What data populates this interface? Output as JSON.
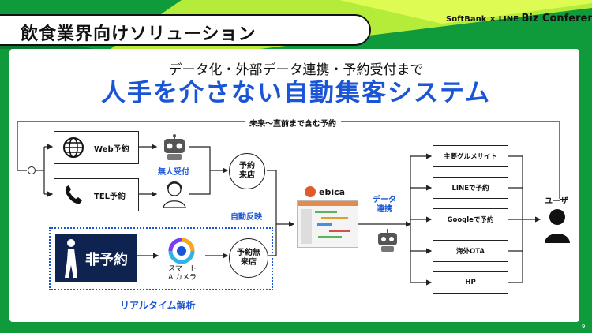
{
  "header": {
    "title": "飲食業界向けソリューション",
    "brand_prefix": "SoftBank × LINE",
    "brand_suffix": "Biz Conference"
  },
  "hero": {
    "subtitle": "データ化・外部データ連携・予約受付まで",
    "headline": "人手を介さない自動集客システム"
  },
  "flow": {
    "top_loop_label": "未来〜直前まで含む予約",
    "web_label": "Web予約",
    "tel_label": "TEL予約",
    "unmanned_label": "無人受付",
    "reserved_visit": "予約\n来店",
    "auto_reflect": "自動反映",
    "non_reserve_label": "非予約",
    "smart_camera": "スマート\nAIカメラ",
    "non_reserve_visit": "予約無\n来店",
    "realtime_label": "リアルタイム解析",
    "ebica_label": "ebica",
    "data_link_label": "データ\n連携",
    "user_label": "ユーザ",
    "destinations": [
      "主要グルメサイト",
      "LINEで予約",
      "Googleで予約",
      "海外OTA",
      "HP"
    ]
  },
  "footer": {
    "page": "9"
  },
  "colors": {
    "accent_blue": "#1a55d6",
    "navy": "#0e2350",
    "green": "#0f9a3c"
  }
}
